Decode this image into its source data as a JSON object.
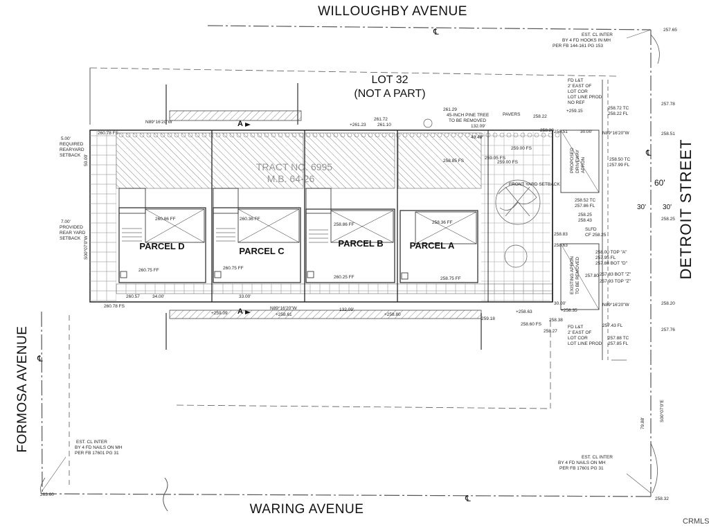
{
  "streets": {
    "north": "WILLOUGHBY AVENUE",
    "south": "WARING AVENUE",
    "west": "FORMOSA AVENUE",
    "east": "DETROIT STREET"
  },
  "centerline_symbol": "℄",
  "lot_note": {
    "line1": "LOT 32",
    "line2": "(NOT A PART)"
  },
  "tract": {
    "line1": "TRACT NO. 6995",
    "line2": "M.B. 64-26"
  },
  "parcels": [
    {
      "label": "PARCEL D",
      "ff": "260.86 FF",
      "ff2": "260.75 FF"
    },
    {
      "label": "PARCEL C",
      "ff": "260.36 FF",
      "ff2": "260.75 FF"
    },
    {
      "label": "PARCEL B",
      "ff": "258.86 FF",
      "ff2": "260.25 FF"
    },
    {
      "label": "PARCEL A",
      "ff": "258.36 FF",
      "ff2": "258.75 FF"
    }
  ],
  "section_marker": "A",
  "bearing_north": "N89°16'20\"W",
  "bearing_south": "N89°16'20\"W",
  "bearing_east": "N89°16'20\"W",
  "bearing_west": "S00°07'0\"W",
  "bearing_vertical": "S00°07'0\"E",
  "distance_132": "132.09'",
  "distance_3400": "34.00'",
  "distance_3300": "33.00'",
  "distance_3000": "30.00'",
  "distance_4348": "43.48'",
  "distance_5000": "50.00'",
  "distance_7988": "79.88'",
  "detroit_row": {
    "total": "60'",
    "half_left": "30'",
    "half_right": "30'"
  },
  "setbacks": {
    "required": [
      "5.00'",
      "REQUIRED",
      "REARYARD",
      "SETBACK"
    ],
    "provided": [
      "7.00'",
      "PROVIDED",
      "REAR YARD",
      "SETBACK"
    ]
  },
  "notes": {
    "ne_inter": [
      "EST. CL INTER",
      "BY 4 FD HOOKS IN MH",
      "PER FB 144-161 PG 153"
    ],
    "sw_inter": [
      "EST. CL INTER",
      "BY 4 FD NAILS ON MH",
      "PER FB 17601 PG 31"
    ],
    "se_inter": [
      "EST. CL INTER",
      "BY 4 FD NAILS ON MH",
      "PER FB 17601 PG 31"
    ],
    "fd_lt_top": [
      "FD L&T",
      "2' EAST OF",
      "LOT COR",
      "LOT LINE PROD",
      "NO REF"
    ],
    "fd_lt_bottom": [
      "FD L&T",
      "2' EAST OF",
      "LOT COR",
      "LOT LINE PROD"
    ],
    "tree": [
      "45-INCH PINE TREE",
      "TO BE REMOVED"
    ],
    "pavers": "PAVERS",
    "driveway": [
      "PROPOSED",
      "DRIVEWAY",
      "APRON"
    ],
    "existing_apron": [
      "EXISTING APRON",
      "TO BE REMOVED"
    ],
    "landscape_setback": "FRONT YARD SETBACK"
  },
  "elevations": {
    "ne_corner": "257.65",
    "se_corner": "258.32",
    "sw_corner": "263.60",
    "nw_fs": "260.78 FS",
    "sw_fs": "260.78 FS",
    "n1": "261.29",
    "n2": "261.72",
    "n3": "+261.23",
    "n4": "261.10",
    "n5": "258.22",
    "n6": "+259.15",
    "n7": "258.20",
    "e1": "258.72 TC",
    "e2": "258.22 FL",
    "e3": "257.78",
    "e4": "258.51",
    "e5": "258.50 TC",
    "e6": "257.99 FL",
    "e7": "258.52 TC",
    "e8": "257.86 FL",
    "e9": "258.25",
    "e10": "258.43",
    "e11": "SLFD",
    "e12": "CF 258.25",
    "e13": "258.00 TOP \"A\"",
    "e14": "257.95 FL",
    "e15": "257.88 BOT \"D\"",
    "e16": "257.80",
    "e17": "257.83 BOT \"Z\"",
    "e18": "257.93 TOP \"Z\"",
    "e19": "257.43 FL",
    "e20": "257.88 TC",
    "e21": "257.85 FL",
    "e22": "258.20",
    "e23": "257.76",
    "e24": "258.38",
    "e25": "258.60 FS",
    "e26": "258.27",
    "s1": "+259.09",
    "s2": "+258.61",
    "s3": "+258.80",
    "s4": "259.18",
    "s5": "+258.63",
    "s6": "+258.35",
    "sw_pt": "260.57",
    "lot1": "259.05 FS",
    "lot2": "259.00 FS",
    "lot3": "258.85 FS",
    "lot4": "259.00 FS",
    "ne_mid": "258.51",
    "row_b": "258.25",
    "row_c": "258.83",
    "row_d": "258.63"
  },
  "watermark": "CRMLS"
}
